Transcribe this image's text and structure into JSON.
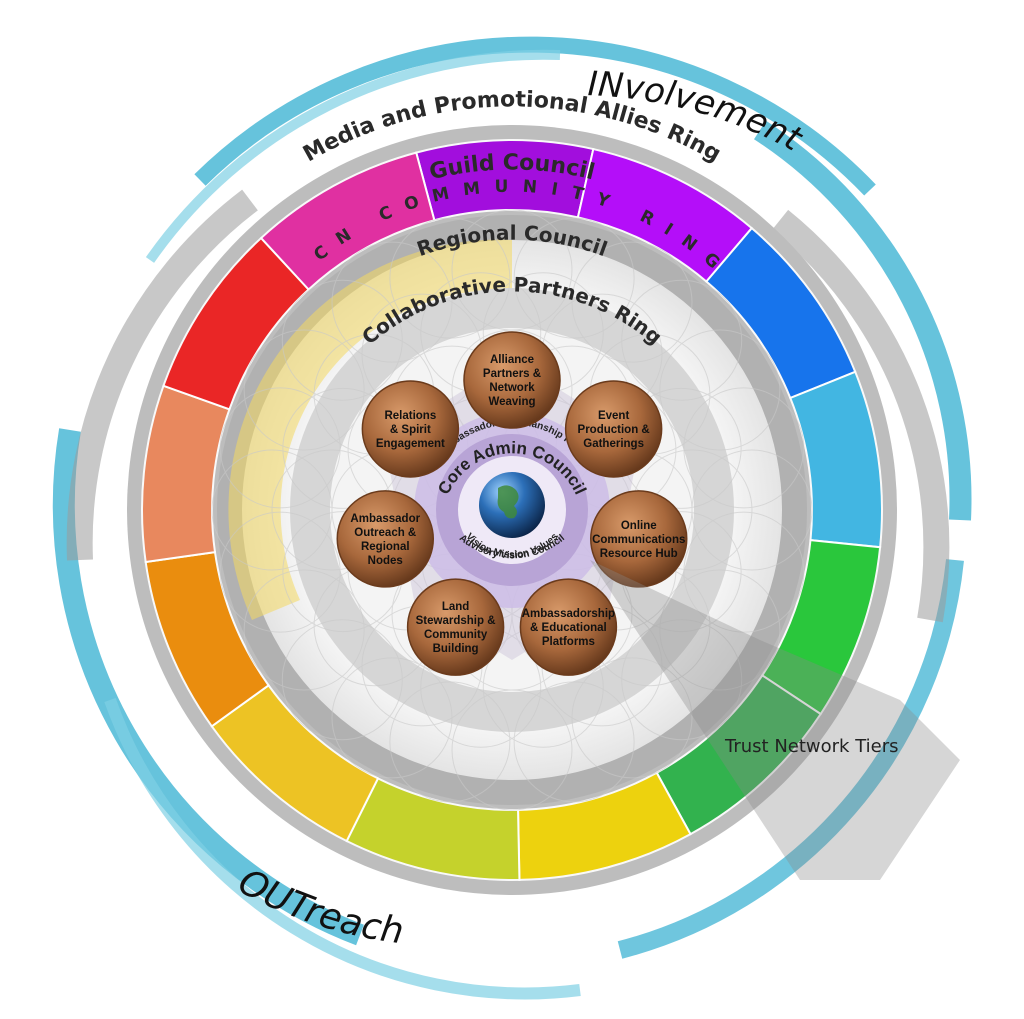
{
  "outer_labels": {
    "involvement": "INvolvement",
    "outreach": "OUTreach",
    "trust_tiers": "Trust Network Tiers"
  },
  "rings": {
    "media": "Media and Promotional Allies Ring",
    "guild": "Guild Council",
    "community": "TCN COMMUNITY RING",
    "regional": "Regional Council",
    "collaborative": "Collaborative Partners Ring"
  },
  "core": {
    "title": "Core Admin Council",
    "guardianship": "Ambassador Guardianship Ring",
    "vision": "Vision",
    "mission": "Mission",
    "values": "Values",
    "advisory": "Advisory Vision Council",
    "globe_icon": "earth-globe-icon"
  },
  "nodes": [
    {
      "lines": [
        "Alliance",
        "Partners &",
        "Network",
        "Weaving"
      ]
    },
    {
      "lines": [
        "Event",
        "Production &",
        "Gatherings"
      ]
    },
    {
      "lines": [
        "Online",
        "Communications",
        "Resource Hub"
      ]
    },
    {
      "lines": [
        "Ambassadorship",
        "& Educational",
        "Platforms"
      ]
    },
    {
      "lines": [
        "Land",
        "Stewardship &",
        "Community",
        "Building"
      ]
    },
    {
      "lines": [
        "Ambassador",
        "Outreach &",
        "Regional",
        "Nodes"
      ]
    },
    {
      "lines": [
        "Relations",
        "& Spirit",
        "Engagement"
      ]
    }
  ],
  "colors": {
    "segments": [
      "#a000e0",
      "#b400ff",
      "#0a6ef0",
      "#38b6e6",
      "#1ec832",
      "#27b245",
      "#f2d400",
      "#c6d420",
      "#f2c418",
      "#ee8a00",
      "#ec8456",
      "#ee1a1a",
      "#e3259f"
    ],
    "swirl": "#4bb8d6",
    "node": "#a0643a",
    "core": "#bda7d8"
  }
}
